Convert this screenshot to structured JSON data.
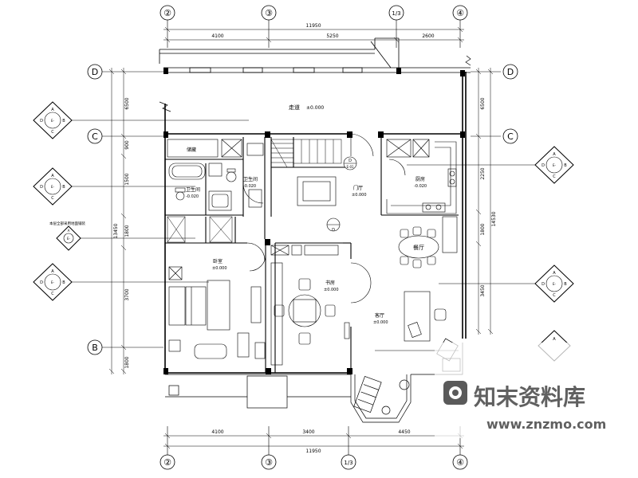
{
  "grid_axes": {
    "top": [
      "②",
      "③",
      "1/3",
      "④"
    ],
    "bottom": [
      "②",
      "③",
      "1/3",
      "④"
    ],
    "left": [
      "D",
      "C",
      "B"
    ],
    "right": [
      "D",
      "C"
    ]
  },
  "dimensions": {
    "top_total": "11950",
    "top_segments": [
      "4100",
      "5250",
      "2600"
    ],
    "bottom_total": "11950",
    "bottom_segments": [
      "4100",
      "3400",
      "4450"
    ],
    "left_total": "13450",
    "left_segments": [
      "6500",
      "900",
      "1500",
      "1800",
      "3700",
      "1800"
    ],
    "right_total": "14530",
    "right_segments": [
      "6500",
      "2250",
      "1800",
      "3450"
    ]
  },
  "rooms": {
    "corridor": "走道",
    "corridor_level": "±0.000",
    "bath": "卫生间",
    "bath_level": "-0.020",
    "wc": "卫生间",
    "wc_level": "-0.020",
    "foyer": "门厅",
    "foyer_level": "±0.000",
    "kitchen": "厨房",
    "kitchen_level": "-0.020",
    "master": "卧室",
    "master_level": "±0.000",
    "study": "书房",
    "study_level": "±0.000",
    "dining": "餐厅",
    "living": "客厅",
    "living_level": "±0.000",
    "storage": "储藏"
  },
  "notes": {
    "side_note": "本层全部采用地面铺装"
  },
  "callouts": {
    "corner": [
      "A",
      "B",
      "C",
      "D"
    ],
    "ref": "E-",
    "foyer_tag_id": "E-01",
    "foyer_tag_letter": "D",
    "door_tag": "D"
  },
  "watermark": {
    "title": "知末资料库",
    "url": "www.znzmo.com"
  },
  "colors": {
    "line": "#000000",
    "watermark_text": "#606060"
  }
}
